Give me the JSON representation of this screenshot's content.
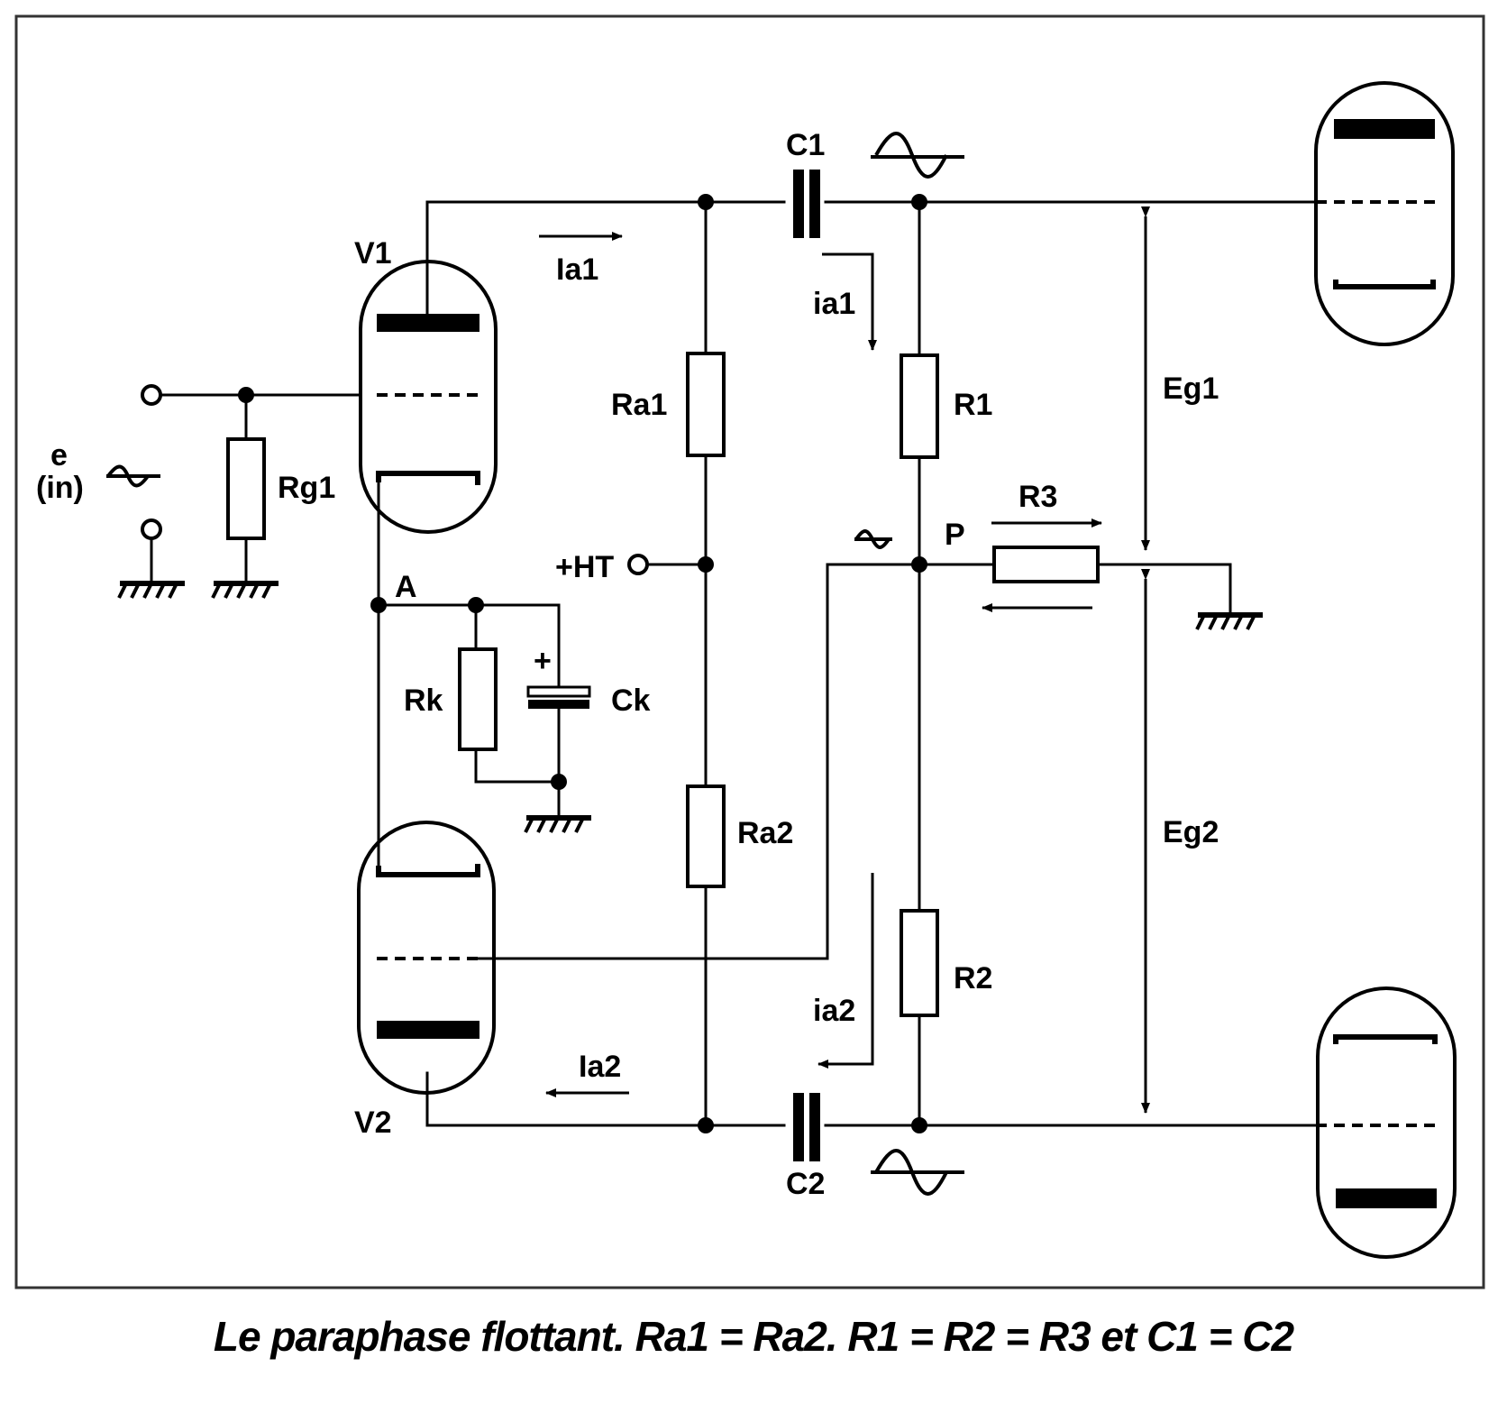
{
  "labels": {
    "v1": "V1",
    "v2": "V2",
    "c1": "C1",
    "c2": "C2",
    "ia1_upper": "Ia1",
    "ia1_lower": "ia1",
    "ia2_upper": "ia2",
    "ia2_lower": "Ia2",
    "ra1": "Ra1",
    "ra2": "Ra2",
    "r1": "R1",
    "r2": "R2",
    "r3": "R3",
    "rg1": "Rg1",
    "rk": "Rk",
    "ck": "Ck",
    "ck_plus": "+",
    "node_a": "A",
    "node_p": "P",
    "ht": "+HT",
    "eg1": "Eg1",
    "eg2": "Eg2",
    "input_e": "e",
    "input_in": "(in)"
  },
  "caption": "Le paraphase flottant. Ra1 = Ra2. R1 = R2 = R3 et C1 = C2"
}
